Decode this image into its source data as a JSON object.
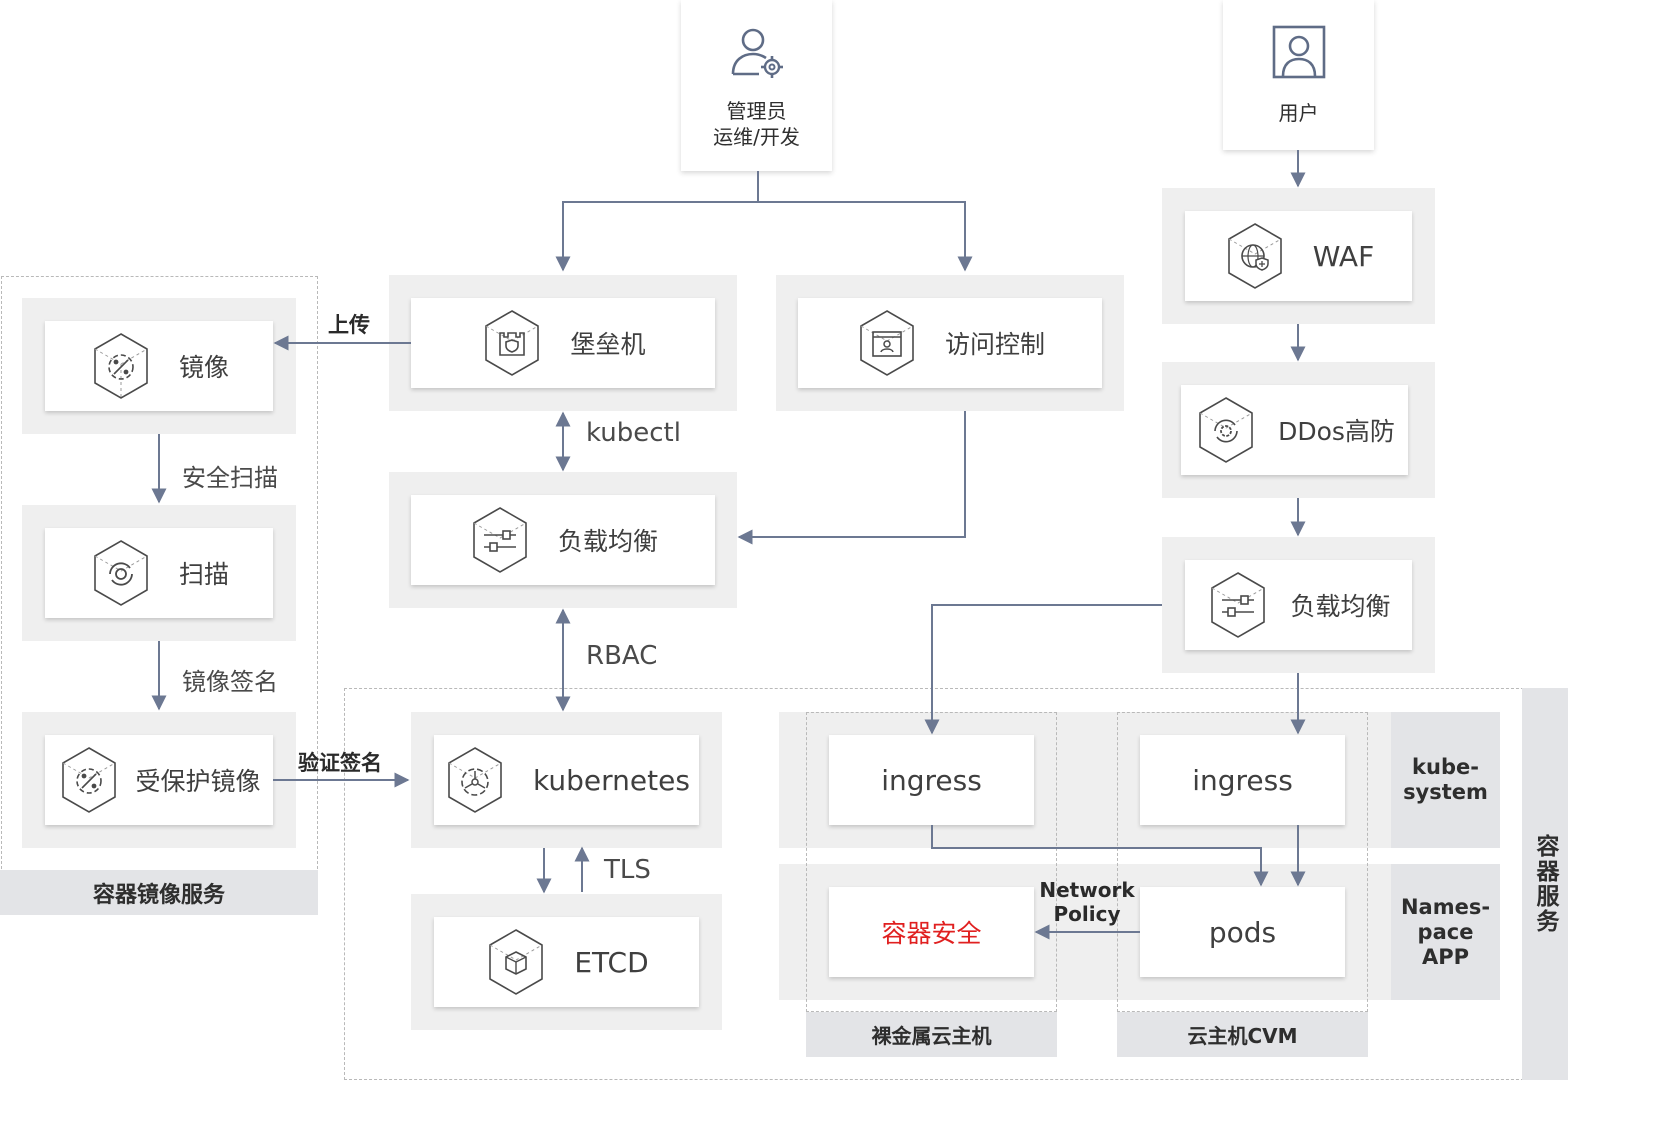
{
  "actors": {
    "admin_line1": "管理员",
    "admin_line2": "运维/开发",
    "user": "用户"
  },
  "registry": {
    "title": "容器镜像服务",
    "image": "镜像",
    "scan": "扫描",
    "protected_image": "受保护镜像",
    "step_security_scan": "安全扫描",
    "step_image_sign": "镜像签名"
  },
  "control": {
    "bastion": "堡垒机",
    "access_control": "访问控制",
    "load_balancer": "负载均衡",
    "kubernetes": "kubernetes",
    "etcd": "ETCD"
  },
  "edges": {
    "upload": "上传",
    "kubectl": "kubectl",
    "rbac": "RBAC",
    "verify_sign": "验证签名",
    "tls": "TLS",
    "network_policy_line1": "Network",
    "network_policy_line2": "Policy"
  },
  "ingress_path": {
    "waf": "WAF",
    "ddos": "DDos高防",
    "load_balancer": "负载均衡"
  },
  "cluster": {
    "title": "容器服务",
    "ingress_left": "ingress",
    "ingress_right": "ingress",
    "container_security": "容器安全",
    "pods": "pods",
    "row1_label_line1": "kube-",
    "row1_label_line2": "system",
    "row2_label_line1": "Names-",
    "row2_label_line2": "pace",
    "row2_label_line3": "APP",
    "bare_metal": "裸金属云主机",
    "cvm": "云主机CVM"
  },
  "colors": {
    "arrow": "#6c7892",
    "panel": "#efefef",
    "caption": "#e3e4e7",
    "accent_red": "#e02020",
    "dashed": "#b9b9b9"
  }
}
